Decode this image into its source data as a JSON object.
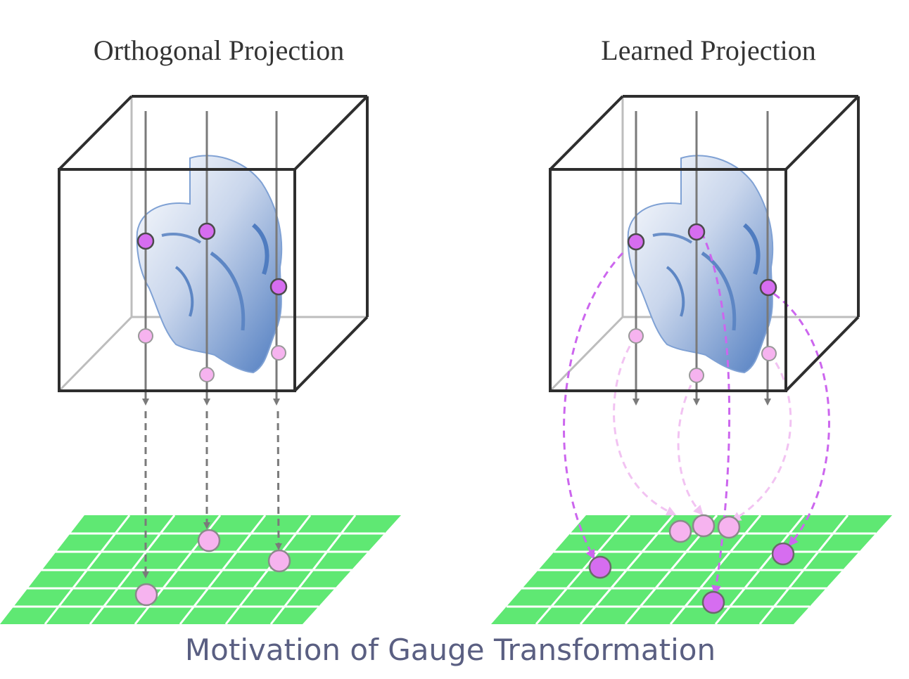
{
  "panels": [
    {
      "title": "Orthogonal Projection"
    },
    {
      "title": "Learned Projection"
    }
  ],
  "caption": "Motivation of Gauge Transformation",
  "colors": {
    "grid": "#5fe873",
    "grid_line": "#ffffff",
    "box_edge": "#2e2e2e",
    "ray": "#7a7a7a",
    "point_front": "#d66df0",
    "point_back": "#f6b3ef",
    "learned_front_ray": "#cc66ee",
    "learned_back_ray": "#f2c3f2",
    "head": "#5d86c4",
    "caption": "#5a5f82"
  }
}
